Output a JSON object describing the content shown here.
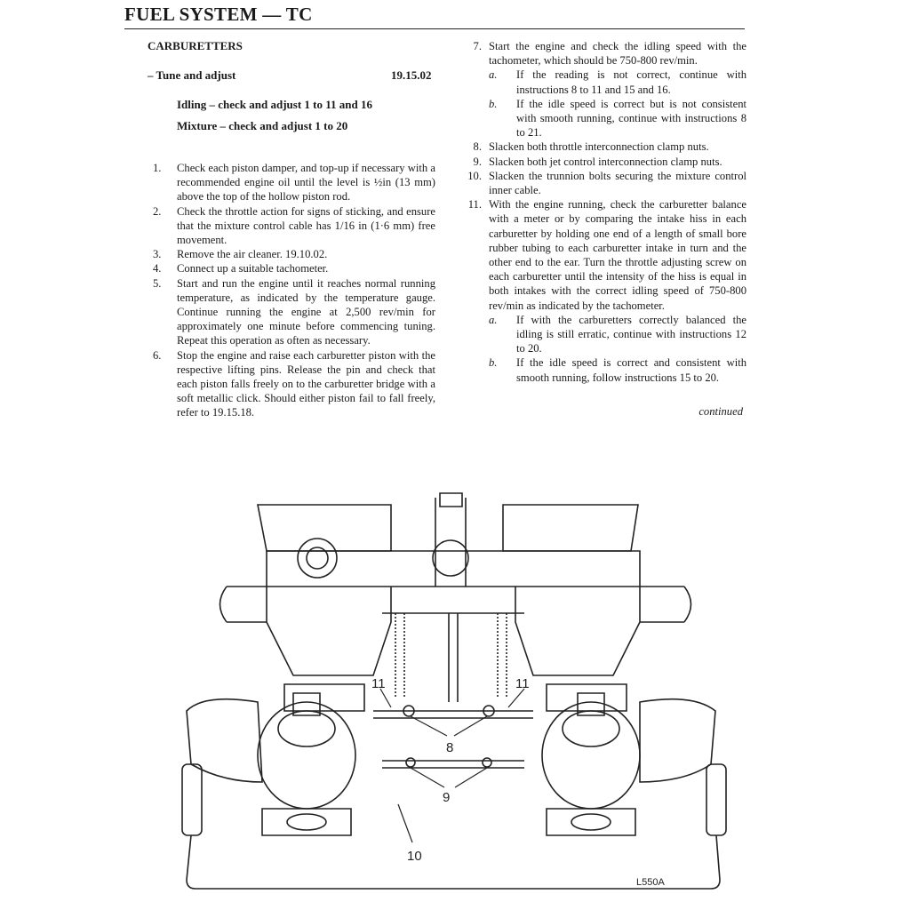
{
  "header": {
    "title": "FUEL SYSTEM — TC"
  },
  "section": {
    "title": "CARBURETTERS",
    "subtitle": "– Tune and adjust",
    "code": "19.15.02",
    "idling": "Idling – check and adjust 1 to 11 and 16",
    "mixture": "Mixture – check and adjust 1 to 20"
  },
  "left_items": [
    {
      "n": "1.",
      "t": "Check each piston damper, and top-up if necessary with a recommended engine oil until the level is ½in (13 mm) above the top of the hollow piston rod."
    },
    {
      "n": "2.",
      "t": "Check the throttle action for signs of sticking, and ensure that the mixture control cable has 1/16 in (1·6 mm) free movement."
    },
    {
      "n": "3.",
      "t": "Remove the air cleaner. 19.10.02."
    },
    {
      "n": "4.",
      "t": "Connect up a suitable tachometer."
    },
    {
      "n": "5.",
      "t": "Start and run the engine until it reaches normal running temperature, as indicated by the temperature gauge. Continue running the engine at 2,500 rev/min for approximately one minute before commencing tuning. Repeat this operation as often as necessary."
    },
    {
      "n": "6.",
      "t": "Stop the engine and raise each carburetter piston with the respective lifting pins. Release the pin and check that each piston falls freely on to the carburetter bridge with a soft metallic click. Should either piston fail to fall freely, refer to 19.15.18."
    }
  ],
  "right_items": {
    "i7": {
      "n": "7.",
      "t": "Start the engine and check the idling speed with the tachometer, which should be 750-800 rev/min.",
      "a": {
        "l": "a.",
        "t": "If the reading is not correct, continue with instructions 8 to 11 and 15 and 16."
      },
      "b": {
        "l": "b.",
        "t": "If the idle speed is correct but is not consistent with smooth running, continue with instructions 8 to 21."
      }
    },
    "i8": {
      "n": "8.",
      "t": "Slacken both throttle interconnection clamp nuts."
    },
    "i9": {
      "n": "9.",
      "t": "Slacken both jet control interconnection clamp nuts."
    },
    "i10": {
      "n": "10.",
      "t": "Slacken the trunnion bolts securing the mixture control inner cable."
    },
    "i11": {
      "n": "11.",
      "t": "With the engine running, check the carburetter balance with a meter or by comparing the intake hiss in each carburetter by holding one end of a length of small bore rubber tubing to each carburetter intake in turn and the other end to the ear. Turn the throttle adjusting screw on each carburetter until the intensity of the hiss is equal in both intakes with the correct idling speed of 750-800 rev/min as indicated by the tachometer.",
      "a": {
        "l": "a.",
        "t": "If with the carburetters correctly balanced the idling is still erratic, continue with instructions 12 to 20."
      },
      "b": {
        "l": "b.",
        "t": "If the idle speed is correct and consistent with smooth running, follow instructions 15 to 20."
      }
    }
  },
  "continued": "continued",
  "figure": {
    "callouts": {
      "c8": "8",
      "c9": "9",
      "c10": "10",
      "c11a": "11",
      "c11b": "11"
    },
    "ref": "L550A"
  }
}
